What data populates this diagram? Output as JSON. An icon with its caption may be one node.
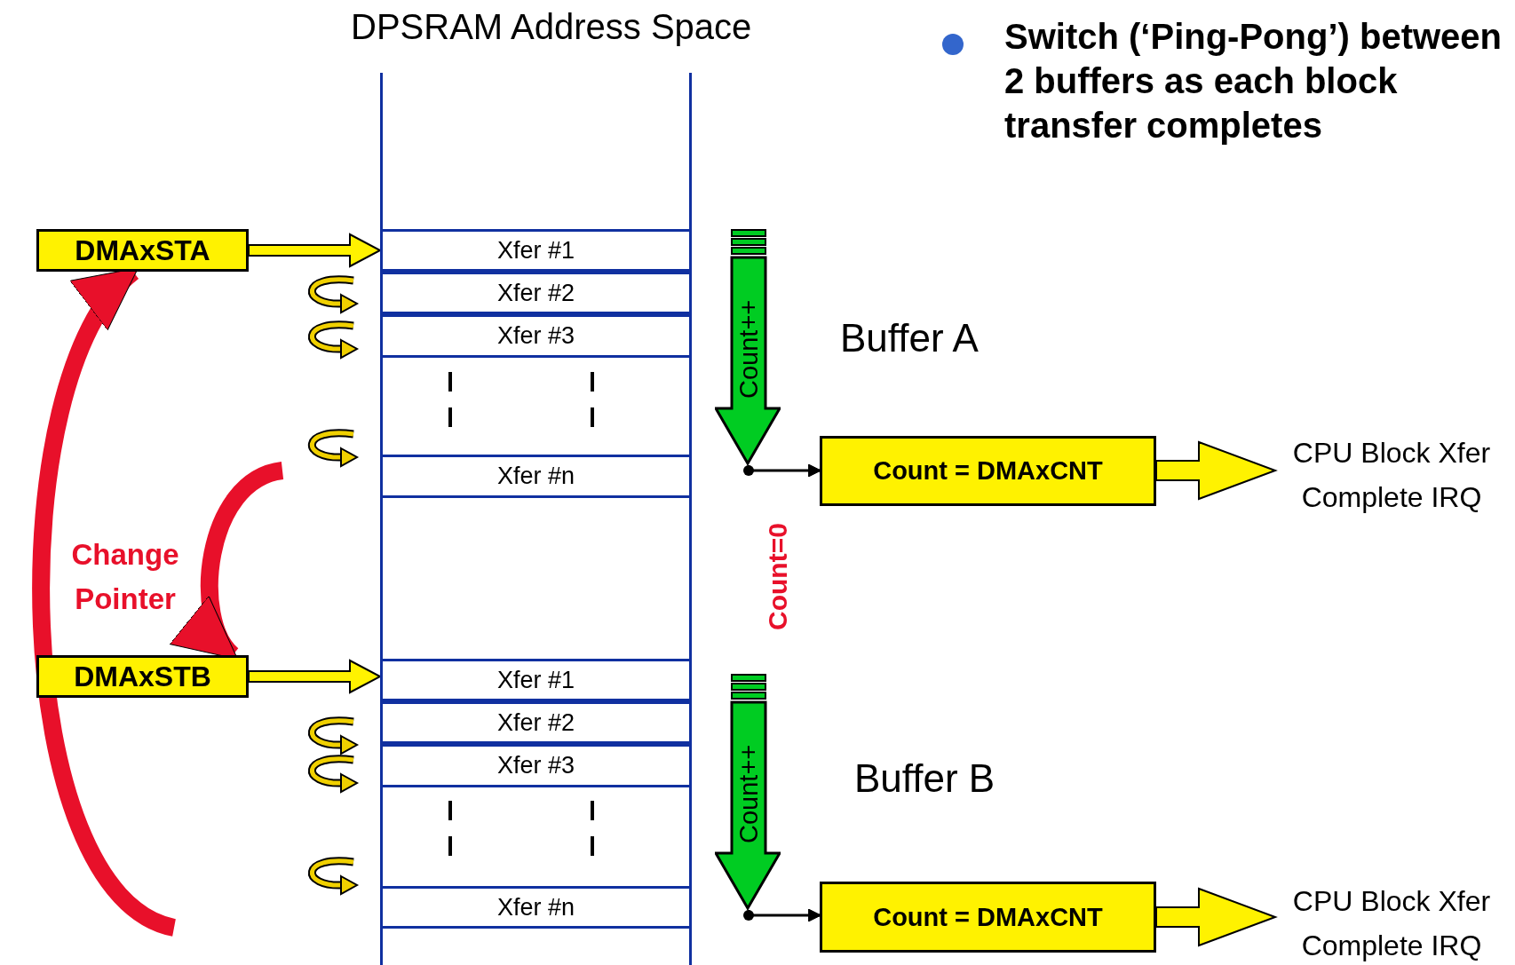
{
  "diagram": {
    "nodes": [
      {
        "text": [
          "DPSRAM Address Space"
        ]
      },
      {
        "text": [
          "Xfer #1"
        ],
        "in": 0
      },
      {
        "text": [
          "Xfer #2"
        ],
        "in": 0
      },
      {
        "text": [
          "Xfer #3"
        ],
        "in": 0
      },
      {
        "text": [
          "Xfer #n"
        ],
        "in": 0
      },
      {
        "text": [
          "Xfer #1"
        ],
        "in": 0
      },
      {
        "text": [
          "Xfer #2"
        ],
        "in": 0
      },
      {
        "text": [
          "Xfer #3"
        ],
        "in": 0
      },
      {
        "text": [
          "Xfer #n"
        ],
        "in": 0
      },
      {
        "text": [
          "DMAxSTA"
        ]
      },
      {
        "text": [
          "DMAxSTB"
        ]
      },
      {
        "text": [
          "Count = DMAxCNT"
        ]
      },
      {
        "text": [
          "Count = DMAxCNT"
        ]
      },
      {
        "text": [
          "CPU Block Xfer Complete IRQ"
        ]
      },
      {
        "text": [
          "CPU Block Xfer Complete IRQ"
        ]
      },
      {
        "text": [
          "Count++"
        ]
      },
      {
        "text": [
          "Count++"
        ]
      }
    ],
    "edges": [
      {
        "from": 9,
        "to": 1,
        "arrow": "to",
        "style": "thick",
        "color": "#fff200"
      },
      {
        "from": 10,
        "to": 5,
        "arrow": "to",
        "style": "thick",
        "color": "#fff200"
      },
      {
        "from": 11,
        "to": 13,
        "arrow": "to",
        "style": "thick",
        "color": "#fff200"
      },
      {
        "from": 12,
        "to": 14,
        "arrow": "to",
        "style": "thick",
        "color": "#fff200"
      },
      {
        "from": 15,
        "to": 11,
        "arrow": "to"
      },
      {
        "from": 16,
        "to": 12,
        "arrow": "to"
      },
      {
        "from": null,
        "to": 9,
        "arrow": "to",
        "style": "thick",
        "color": "#e8102a"
      },
      {
        "from": null,
        "to": 10,
        "arrow": "to",
        "style": "thick",
        "color": "#e8102a",
        "label": "Change Pointer"
      }
    ],
    "labels": [
      "Switch (‘Ping-Pong’) between 2 buffers as each block transfer completes",
      "Buffer A",
      "Count=0",
      "Buffer B"
    ]
  }
}
